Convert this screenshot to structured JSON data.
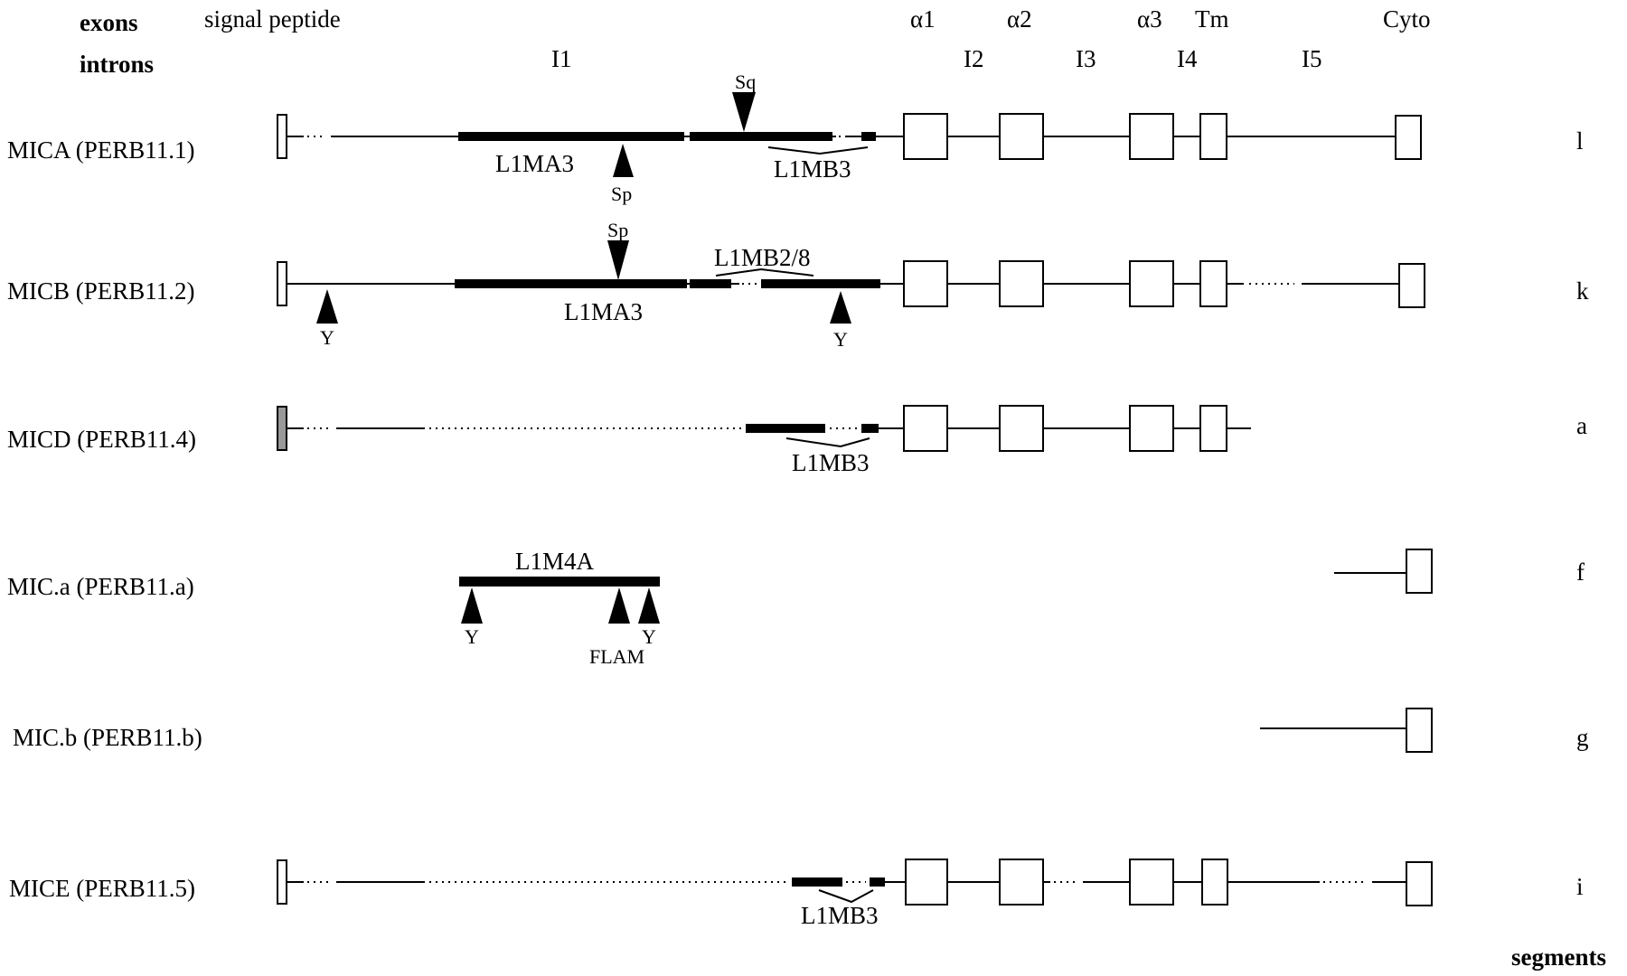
{
  "header": {
    "exons_label": "exons",
    "introns_label": "introns",
    "segments_label": "segments"
  },
  "exon_columns": [
    "signal peptide",
    "α1",
    "α2",
    "α3",
    "Tm",
    "Cyto"
  ],
  "intron_columns": [
    "I1",
    "I2",
    "I3",
    "I4",
    "I5"
  ],
  "genes": [
    {
      "name": "MICA (PERB11.1)",
      "segment": "l",
      "repeats": [
        "L1MA3",
        "L1MB3"
      ],
      "markers": [
        "Sq",
        "Sp"
      ]
    },
    {
      "name": "MICB (PERB11.2)",
      "segment": "k",
      "repeats": [
        "L1MA3",
        "L1MB2/8"
      ],
      "markers": [
        "Sp",
        "Y",
        "Y"
      ]
    },
    {
      "name": "MICD (PERB11.4)",
      "segment": "a",
      "repeats": [
        "L1MB3"
      ],
      "markers": []
    },
    {
      "name": "MIC.a (PERB11.a)",
      "segment": "f",
      "repeats": [
        "L1M4A"
      ],
      "markers": [
        "Y",
        "FLAM",
        "Y"
      ]
    },
    {
      "name": "MIC.b (PERB11.b)",
      "segment": "g",
      "repeats": [],
      "markers": []
    },
    {
      "name": "MICE (PERB11.5)",
      "segment": "i",
      "repeats": [
        "L1MB3"
      ],
      "markers": []
    }
  ],
  "colors": {
    "line": "#000000",
    "pseudo_exon_fill": "#999999",
    "background": "#ffffff"
  }
}
